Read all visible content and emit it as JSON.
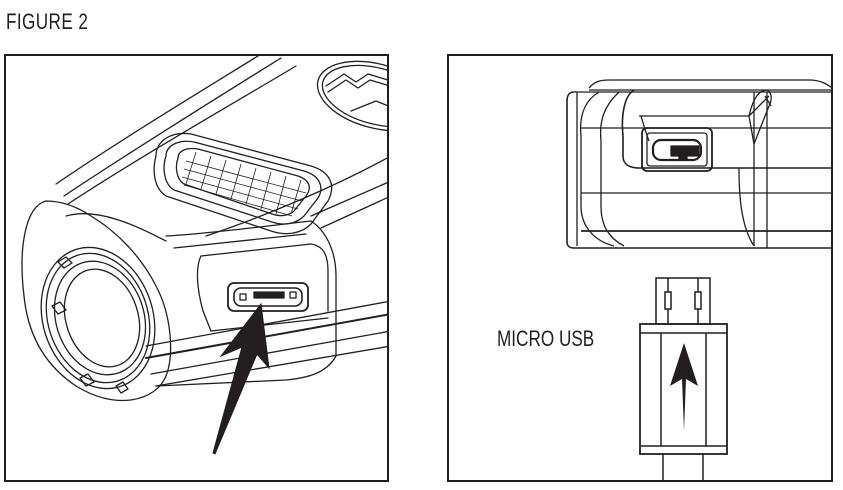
{
  "figure": {
    "title": "FIGURE 2"
  },
  "panels": [
    {
      "id": "left",
      "description": "camera-perspective-view",
      "callouts": []
    },
    {
      "id": "right",
      "description": "camera-side-view-with-plug",
      "callouts": [
        {
          "label": "MICRO USB"
        }
      ]
    }
  ],
  "colors": {
    "ink": "#231f20",
    "background": "#ffffff"
  }
}
